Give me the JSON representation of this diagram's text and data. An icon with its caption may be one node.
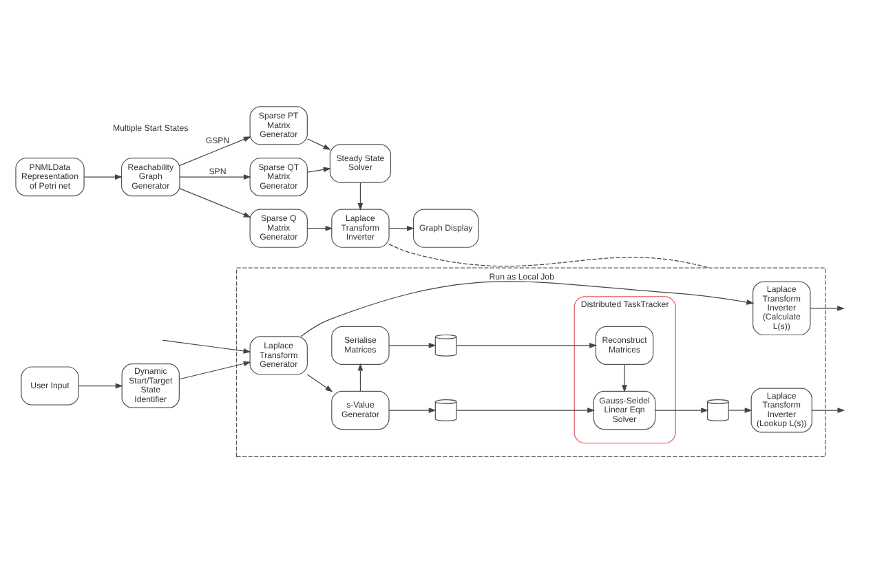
{
  "diagram": {
    "nodes": [
      {
        "text": [
          "PNMLData Representation of Petri net"
        ]
      },
      {
        "text": [
          "Reachability Graph Generator"
        ]
      },
      {
        "text": [
          "Sparse PT Matrix Generator"
        ]
      },
      {
        "text": [
          "Steady State Solver"
        ]
      },
      {
        "text": [
          "Sparse QT Matrix Generator"
        ]
      },
      {
        "text": [
          "Sparse Q Matrix Generator"
        ]
      },
      {
        "text": [
          "Laplace Transform Inverter"
        ]
      },
      {
        "text": [
          "Graph Display"
        ]
      },
      {
        "text": [
          "User Input"
        ]
      },
      {
        "text": [
          "Dynamic Start/Target State Identifier"
        ]
      },
      {
        "text": [],
        "shape": "box"
      },
      {
        "text": [
          "Laplace Transform Inverter (Calculate L(s))"
        ],
        "in": 10
      },
      {
        "text": [
          "Distributed TaskTracker"
        ],
        "in": 10
      },
      {
        "text": [
          "Laplace Transform Generator"
        ],
        "in": 10
      },
      {
        "text": [
          "s-Value Generator"
        ],
        "in": 10
      },
      {
        "text": [],
        "shape": "cylinder",
        "in": 10
      },
      {
        "text": [
          "Gauss-Seidel Linear Eqn Solver"
        ],
        "in": 12
      },
      {
        "text": [],
        "shape": "cylinder",
        "in": 10
      },
      {
        "text": [
          "Laplace Transform Inverter (Lookup L(s))"
        ],
        "in": 10
      },
      {
        "text": [
          "Serialise Matrices"
        ],
        "in": 10
      },
      {
        "text": [],
        "shape": "cylinder",
        "in": 10
      },
      {
        "text": [
          "Reconstruct Matrices"
        ],
        "in": 12
      }
    ],
    "edges": [
      {
        "from": 0,
        "to": 1,
        "arrow": "to"
      },
      {
        "from": 1,
        "to": 2,
        "arrow": "to",
        "label": "GSPN"
      },
      {
        "from": 1,
        "to": 4,
        "arrow": "to",
        "label": "SPN"
      },
      {
        "from": 1,
        "to": 5,
        "arrow": "to"
      },
      {
        "from": 2,
        "to": 3,
        "arrow": "to"
      },
      {
        "from": 4,
        "to": 3,
        "arrow": "to"
      },
      {
        "from": 3,
        "to": 6,
        "arrow": "to"
      },
      {
        "from": 5,
        "to": 6,
        "arrow": "to"
      },
      {
        "from": 6,
        "to": 7,
        "arrow": "to"
      },
      {
        "from": 6,
        "to": 10,
        "arrow": "none",
        "style": "dashed"
      },
      {
        "from": 8,
        "to": 9,
        "arrow": "to"
      },
      {
        "from": 9,
        "to": 13,
        "arrow": "to"
      },
      {
        "from": null,
        "to": 13,
        "arrow": "to"
      },
      {
        "from": 13,
        "to": 11,
        "arrow": "to",
        "label": "Run as Local Job"
      },
      {
        "from": 13,
        "to": 14,
        "arrow": "to"
      },
      {
        "from": 14,
        "to": 15,
        "arrow": "to"
      },
      {
        "from": 15,
        "to": 16,
        "arrow": "to"
      },
      {
        "from": 16,
        "to": 17,
        "arrow": "to"
      },
      {
        "from": 17,
        "to": 18,
        "arrow": "to"
      },
      {
        "from": 14,
        "to": 19,
        "arrow": "to"
      },
      {
        "from": 19,
        "to": 20,
        "arrow": "to"
      },
      {
        "from": 20,
        "to": 21,
        "arrow": "to"
      },
      {
        "from": 21,
        "to": 16,
        "arrow": "to"
      },
      {
        "from": 11,
        "to": null,
        "arrow": "to"
      },
      {
        "from": 18,
        "to": null,
        "arrow": "to"
      }
    ],
    "labels": [
      "Multiple Start States"
    ]
  }
}
